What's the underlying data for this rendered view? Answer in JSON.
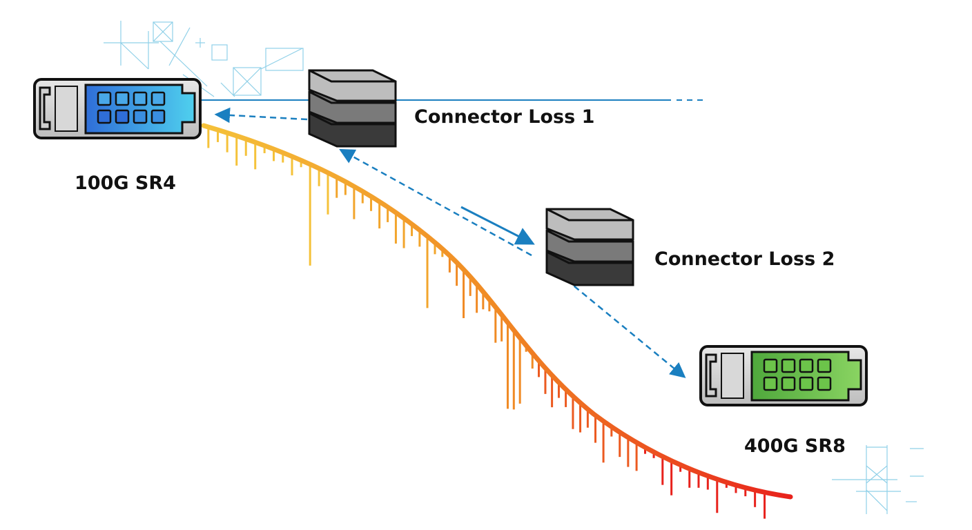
{
  "modules": {
    "left": {
      "label": "100G SR4",
      "color": "#2f86d8",
      "color_light": "#4fc3e8",
      "icon": "transceiver-module-icon"
    },
    "right": {
      "label": "400G SR8",
      "color": "#4fa83c",
      "color_light": "#7ccc5a",
      "icon": "transceiver-module-icon"
    }
  },
  "connectors": {
    "first": {
      "label": "Connector Loss 1",
      "icon": "connector-stack-icon"
    },
    "second": {
      "label": "Connector Loss 2",
      "icon": "connector-stack-icon"
    }
  },
  "colors": {
    "link": "#1a7fc0",
    "gradient_start": "#f5c23a",
    "gradient_mid": "#f08a24",
    "gradient_end": "#e8221c",
    "decor_lines": "#7fc4e0"
  }
}
